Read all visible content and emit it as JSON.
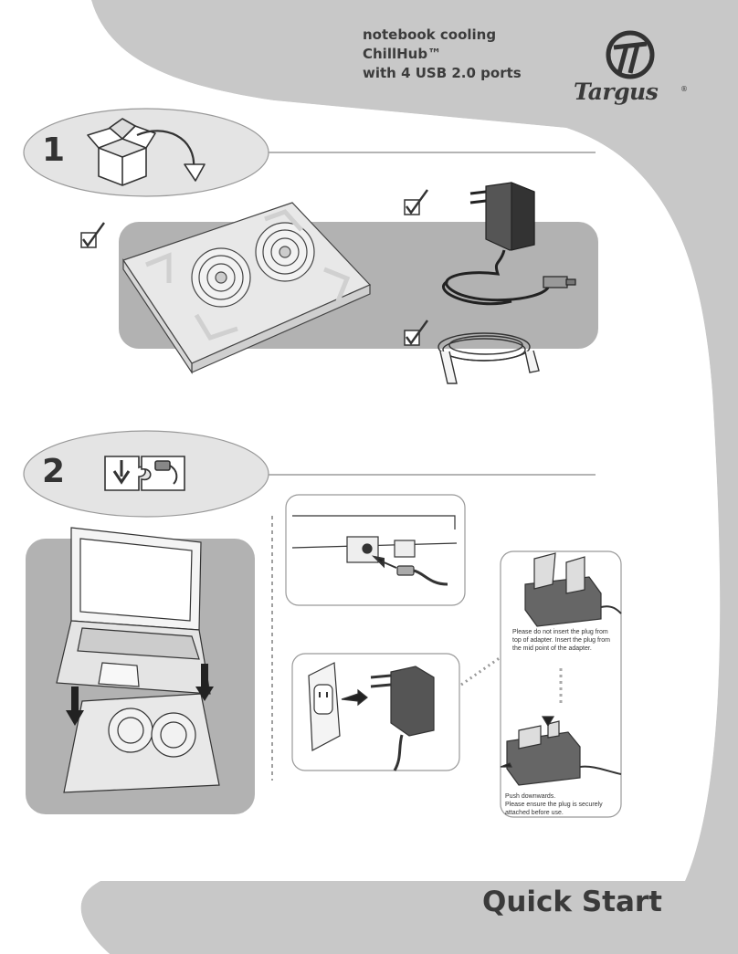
{
  "header": {
    "title_lines": [
      "notebook cooling",
      "ChillHub™",
      "with 4 USB 2.0 ports"
    ],
    "brand": "Targus",
    "brand_mark": "®"
  },
  "steps": [
    {
      "number": "1",
      "icon": "unbox-icon"
    },
    {
      "number": "2",
      "icon": "puzzle-connect-icon"
    }
  ],
  "adapter_notes": {
    "top": [
      "Please do not insert the plug from",
      "top of adapter. Insert the plug from",
      "the mid point of the adapter."
    ],
    "bottom": [
      "Push downwards.",
      "Please ensure the plug is securely",
      "attached before use."
    ]
  },
  "footer": {
    "label": "Quick Start"
  },
  "colors": {
    "page_background": "#ffffff",
    "side_panel": "#c8c8c8",
    "content_panel": "#b2b2b2",
    "text": "#333333"
  }
}
